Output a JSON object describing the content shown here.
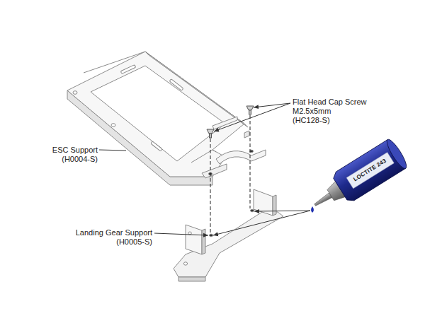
{
  "diagram": {
    "labels": [
      "Flat Head Cap Screw",
      "M2.5x5mm",
      "(HC128-S)",
      "ESC Support",
      "(H0004-S)",
      "Landing Gear Support",
      "(H0005-S)",
      "LOCTITE 243"
    ]
  }
}
